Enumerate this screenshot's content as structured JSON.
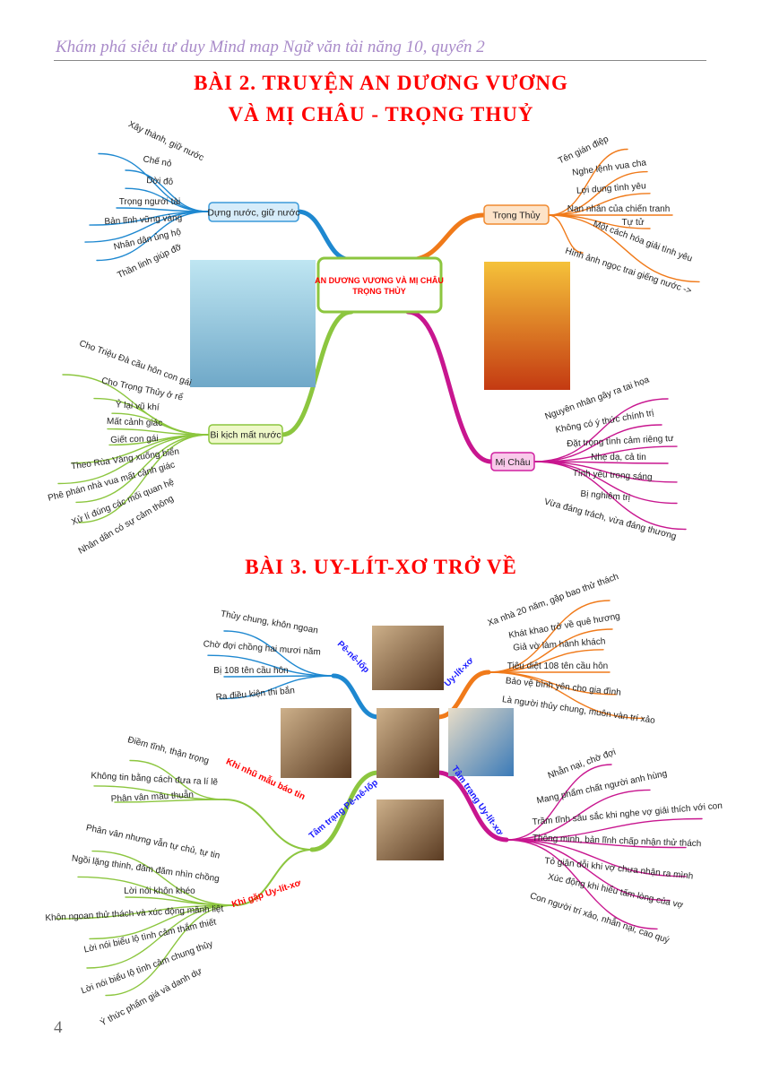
{
  "header": "Khám phá siêu tư duy Mind map Ngữ văn tài năng 10, quyển 2",
  "lesson2": {
    "title_line1": "BÀI 2. TRUYỆN AN DƯƠNG VƯƠNG",
    "title_line2": "VÀ MỊ CHÂU - TRỌNG THUỶ",
    "center_line1": "AN DƯƠNG VƯƠNG VÀ MỊ CHÂU",
    "center_line2": "TRỌNG THỦY",
    "branches": [
      {
        "label": "Dựng nước, giữ nước",
        "color": "#1e88d0",
        "leaves": [
          "Xây thành, giữ nước",
          "Chế nỏ",
          "Dời đô",
          "Trọng người tài",
          "Bản lĩnh vững vàng",
          "Nhân dân ủng hộ",
          "Thần linh giúp đỡ"
        ]
      },
      {
        "label": "Trọng Thủy",
        "color": "#f07a1a",
        "leaves": [
          "Tên gián điệp",
          "Nghe lệnh vua cha",
          "Lợi dụng tình yêu",
          "Nạn nhân của chiến tranh",
          "Tự tử",
          "Một cách hóa giải tình yêu",
          "Hình ảnh ngọc trai giếng nước ->"
        ]
      },
      {
        "label": "Bi kịch mất nước",
        "color": "#8cc63f",
        "leaves": [
          "Cho Triệu Đà cầu hôn con gái",
          "Cho Trọng Thủy ở rể",
          "Ỷ lại vũ khí",
          "Mất cảnh giác",
          "Giết con gái",
          "Theo Rùa Vàng xuống biển",
          "Phê phán nhà vua mất cảnh giác",
          "Xử lí đúng các mối quan hệ",
          "Nhân dân có sự cảm thông"
        ]
      },
      {
        "label": "Mị Châu",
        "color": "#c8168f",
        "leaves": [
          "Nguyên nhân gây ra tai họa",
          "Không có ý thức chính trị",
          "Đặt trọng tình cảm riêng tư",
          "Nhẹ dạ, cả tin",
          "Tình yêu trong sáng",
          "Bị nghiêm trị",
          "Vừa đáng trách, vừa đáng thương"
        ]
      }
    ]
  },
  "lesson3": {
    "title": "BÀI 3. UY-LÍT-XƠ TRỞ VỀ",
    "branches": [
      {
        "label": "Pê-nê-lốp",
        "color": "#1e88d0",
        "leaves": [
          "Thủy chung, khôn ngoan",
          "Chờ đợi chồng hai mươi năm",
          "Bị 108 tên cầu hôn",
          "Ra điều kiện thi bắn"
        ]
      },
      {
        "label": "Uy-lít-xơ",
        "color": "#f07a1a",
        "leaves": [
          "Xa nhà 20 năm, gặp bao thử thách",
          "Khát khao trở về quê hương",
          "Giả vờ làm hành khách",
          "Tiêu diệt 108 tên cầu hôn",
          "Bảo vệ bình yên cho gia đình",
          "Là người thủy chung, muôn vàn trí xảo"
        ]
      },
      {
        "label": "Tâm trạng Pê-nê-lốp",
        "color": "#8cc63f",
        "sub": [
          {
            "label": "Khi nhũ mẫu báo tin",
            "leaves": [
              "Điềm tĩnh, thận trọng",
              "Không tin bằng cách đưa ra lí lẽ",
              "Phân vân mâu thuẫn"
            ]
          },
          {
            "label": "Khi gặp Uy-lít-xơ",
            "leaves": [
              "Phân vân nhưng vẫn tự chủ, tự tin",
              "Ngồi lặng thinh, đăm đăm nhìn chồng",
              "Lời nói khôn khéo",
              "Khôn ngoan thử thách và xúc động mãnh liệt",
              "Lời nói biểu lộ tình cảm thắm thiết",
              "Lời nói biểu lộ tình cảm chung thủy",
              "Ý thức phẩm giá và danh dự"
            ]
          }
        ]
      },
      {
        "label": "Tâm trạng Uy-lít-xơ",
        "color": "#c8168f",
        "leaves": [
          "Nhẫn nại, chờ đợi",
          "Mang phẩm chất người anh hùng",
          "Trầm tĩnh sâu sắc khi nghe vợ giải thích với con",
          "Thông minh, bản lĩnh chấp nhận thử thách",
          "Tỏ giận dỗi khi vợ chưa nhận ra mình",
          "Xúc động khi hiểu tấm lòng của vợ",
          "Con người trí xảo, nhẫn nại, cao quý"
        ]
      }
    ]
  },
  "page_number": "4"
}
